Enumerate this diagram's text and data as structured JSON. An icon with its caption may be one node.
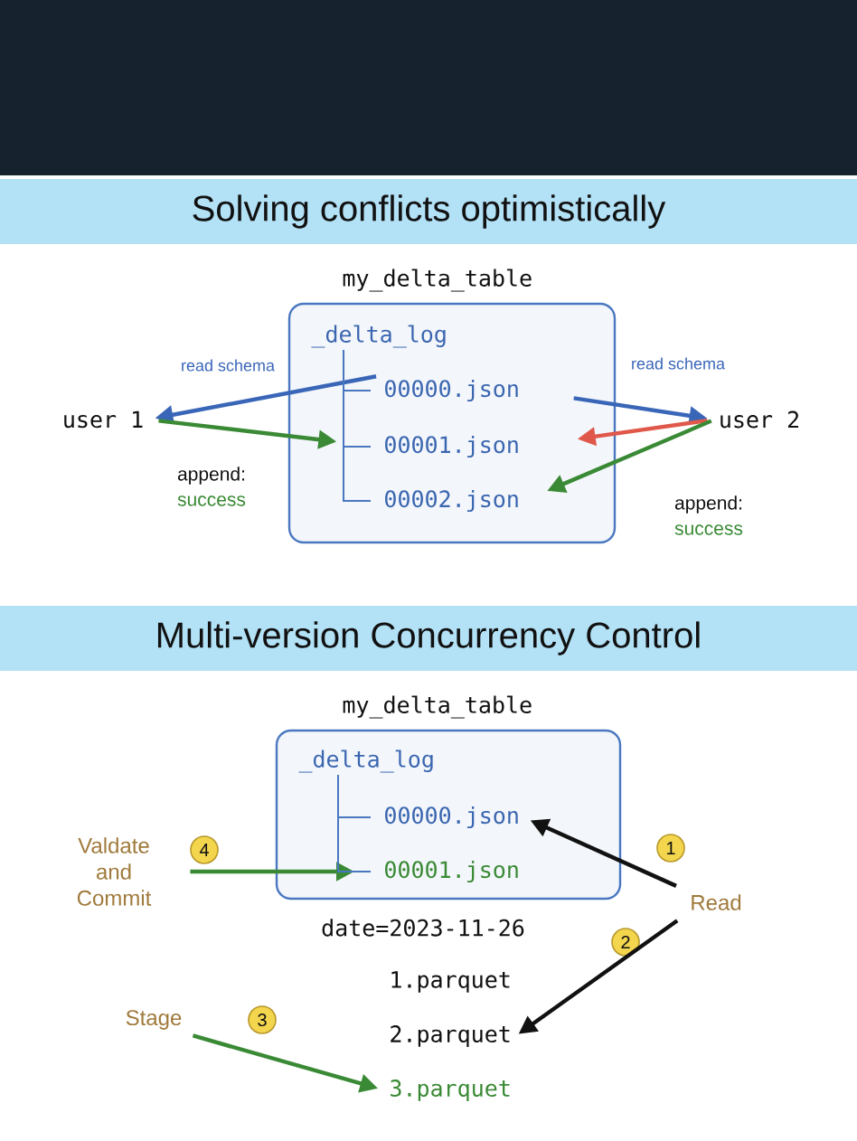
{
  "diagram": {
    "nodes": [
      {
        "text": [
          "Solving conflicts optimistically"
        ]
      },
      {
        "text": [
          "my_delta_table"
        ]
      },
      {
        "text": [
          "_delta_log"
        ],
        "in": 1
      },
      {
        "text": [
          "00000.json"
        ],
        "in": 1
      },
      {
        "text": [
          "00001.json"
        ],
        "in": 1
      },
      {
        "text": [
          "00002.json"
        ],
        "in": 1
      },
      {
        "text": [
          "user 1"
        ]
      },
      {
        "text": [
          "user 2"
        ]
      },
      {
        "text": [
          "Multi-version Concurrency Control"
        ]
      },
      {
        "text": [
          "my_delta_table"
        ]
      },
      {
        "text": [
          "_delta_log"
        ],
        "in": 9
      },
      {
        "text": [
          "00000.json"
        ],
        "in": 9
      },
      {
        "text": [
          "00001.json"
        ],
        "in": 9
      },
      {
        "text": [
          "Valdate and Commit"
        ]
      },
      {
        "text": [
          "Read"
        ]
      },
      {
        "text": [
          "Stage"
        ]
      },
      {
        "text": [
          "1.parquet"
        ]
      },
      {
        "text": [
          "2.parquet"
        ]
      },
      {
        "text": [
          "3.parquet"
        ]
      },
      {
        "text": [
          "4"
        ]
      },
      {
        "text": [
          "1"
        ]
      },
      {
        "text": [
          "2"
        ]
      },
      {
        "text": [
          "3"
        ]
      }
    ],
    "edges": [
      {
        "from": 3,
        "to": 6,
        "arrow": "to",
        "label": "read schema",
        "color": "#3a66b8"
      },
      {
        "from": 6,
        "to": 4,
        "arrow": "to",
        "color": "#3a8a35"
      },
      {
        "from": 3,
        "to": 7,
        "arrow": "to",
        "label": "read schema",
        "color": "#3a66b8"
      },
      {
        "from": 7,
        "to": 4,
        "arrow": "to",
        "color": "#e0584a"
      },
      {
        "from": 7,
        "to": 5,
        "arrow": "to",
        "color": "#3a8a35"
      },
      {
        "from": 13,
        "to": 12,
        "arrow": "to",
        "color": "#3a8a35"
      },
      {
        "from": 14,
        "to": 11,
        "arrow": "to",
        "color": "#111111"
      },
      {
        "from": 14,
        "to": 17,
        "arrow": "to",
        "color": "#111111"
      },
      {
        "from": 15,
        "to": 18,
        "arrow": "to",
        "color": "#3a8a35"
      },
      {
        "from": 2,
        "to": 3,
        "arrow": "none",
        "color": "#4a78c0"
      },
      {
        "from": 2,
        "to": 4,
        "arrow": "none",
        "color": "#4a78c0"
      },
      {
        "from": 2,
        "to": 5,
        "arrow": "none",
        "color": "#4a78c0"
      },
      {
        "from": 10,
        "to": 11,
        "arrow": "none",
        "color": "#4a78c0"
      },
      {
        "from": 10,
        "to": 12,
        "arrow": "none",
        "color": "#4a78c0"
      }
    ],
    "labels": [
      "append:",
      "success",
      "append:",
      "success",
      "date=2023-11-26"
    ]
  }
}
